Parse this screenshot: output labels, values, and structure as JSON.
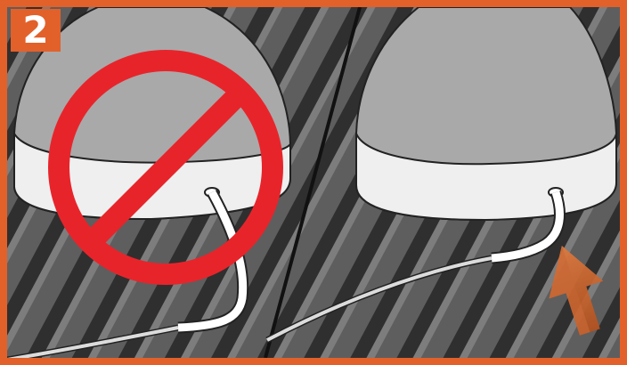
{
  "step": {
    "number": "2"
  },
  "colors": {
    "border": "#e2612b",
    "badge": "#e2612b",
    "grate_dark": "#3a3a3a",
    "grate_light": "#777777",
    "cover_top": "#a6a6a6",
    "cover_base": "#ececec",
    "cable": "#ffffff",
    "prohibit": "#e8242b",
    "arrow": "#c9622c"
  },
  "panels": [
    {
      "name": "incorrect-cable-placement",
      "prohibited": true
    },
    {
      "name": "correct-cable-placement",
      "prohibited": false
    }
  ],
  "icons": [
    "prohibition-sign-icon",
    "up-arrow-icon"
  ]
}
